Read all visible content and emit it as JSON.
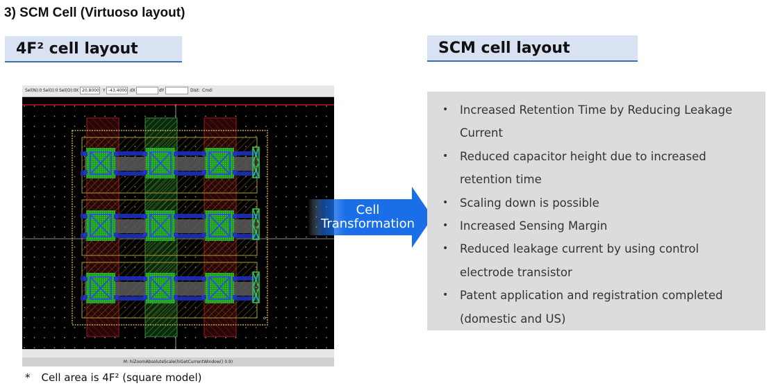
{
  "title": "3) SCM Cell (Virtuoso layout)",
  "left_section": {
    "header": "4F² cell layout"
  },
  "right_section": {
    "header": "SCM cell layout"
  },
  "virtuoso": {
    "toolbar": {
      "sel_n": "Sel(N):0",
      "sel_i": "Sel(I):0",
      "sel_o": "Sel(O):0",
      "x_label": "X",
      "x_value": "20.8000",
      "y_label": "Y",
      "y_value": "-43.4000",
      "dx_label": "dX",
      "dy_label": "dY",
      "dist_label": "Dist:",
      "cmd_label": "Cmd:"
    },
    "status": "M: hiZoomAbsoluteScale(hiGetCurrentWindow() 0.9)"
  },
  "footnote": {
    "star": "*",
    "text": "Cell area is 4F² (square model)"
  },
  "arrow": {
    "line1": "Cell",
    "line2": "Transformation",
    "color": "#1a6fe8"
  },
  "features": [
    "Increased Retention Time by Reducing Leakage Current",
    "Reduced capacitor height due to increased retention time",
    "Scaling down is possible",
    "Increased Sensing Margin",
    "Reduced leakage current by using control electrode transistor",
    "Patent application and registration completed (domestic and US)"
  ],
  "colors": {
    "header_bg": "#d9e2f2",
    "header_border": "#3a6fb0",
    "panel_bg": "#dcdcdc",
    "layout_canvas": "#000000"
  }
}
